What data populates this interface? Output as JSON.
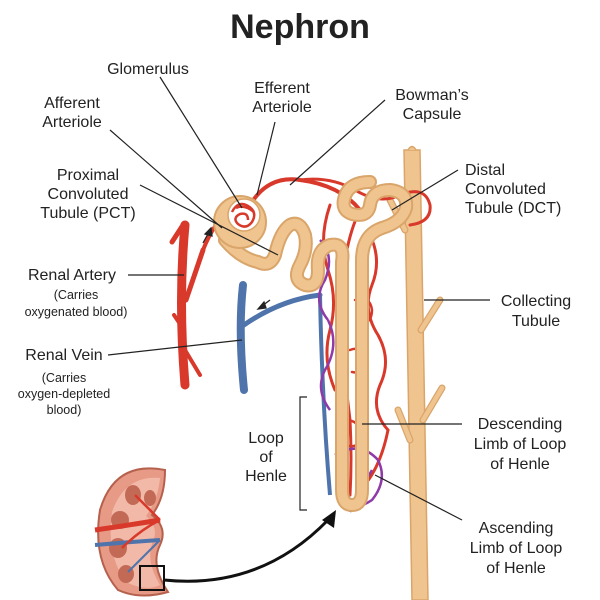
{
  "title": "Nephron",
  "labels": {
    "glomerulus": "Glomerulus",
    "afferent": [
      "Afferent",
      "Arteriole"
    ],
    "efferent": [
      "Efferent",
      "Arteriole"
    ],
    "bowmans": [
      "Bowman’s",
      "Capsule"
    ],
    "pct": [
      "Proximal",
      "Convoluted",
      "Tubule (PCT)"
    ],
    "dct": [
      "Distal",
      "Convoluted",
      "Tubule (DCT)"
    ],
    "renal_artery": "Renal Artery",
    "renal_artery_note": [
      "(Carries",
      "oxygenated blood)"
    ],
    "renal_vein": "Renal Vein",
    "renal_vein_note": [
      "(Carries",
      "oxygen-depleted",
      "blood)"
    ],
    "collecting": [
      "Collecting",
      "Tubule"
    ],
    "loop": [
      "Loop",
      "of",
      "Henle"
    ],
    "descending": [
      "Descending",
      "Limb of Loop",
      "of Henle"
    ],
    "ascending": [
      "Ascending",
      "Limb of Loop",
      "of Henle"
    ]
  },
  "colors": {
    "artery": "#d8392b",
    "vein": "#4f74ab",
    "tubule": "#f0c48f",
    "tubule_edge": "#d9a56a",
    "capillary_purple": "#8e3aa8",
    "kidney": "#e79a86",
    "kidney_edge": "#b5614d"
  }
}
